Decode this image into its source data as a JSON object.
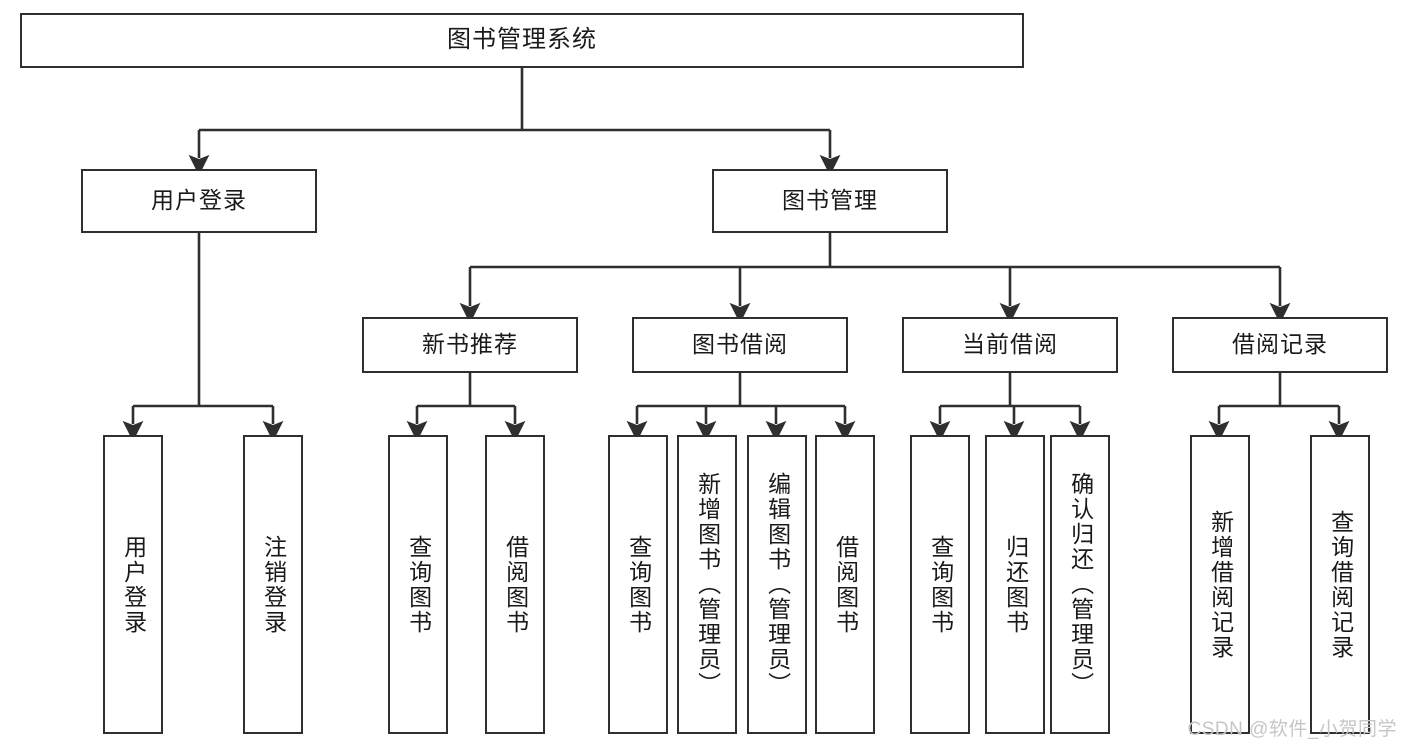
{
  "diagram": {
    "title": "图书管理系统",
    "type": "tree-hierarchy-chart",
    "root": {
      "label": "图书管理系统"
    },
    "level2": [
      {
        "label": "用户登录"
      },
      {
        "label": "图书管理"
      }
    ],
    "level3": [
      {
        "label": "新书推荐"
      },
      {
        "label": "图书借阅"
      },
      {
        "label": "当前借阅"
      },
      {
        "label": "借阅记录"
      }
    ],
    "leaves": {
      "user_login": [
        {
          "label": "用户登录"
        },
        {
          "label": "注销登录"
        }
      ],
      "new_book_recommend": [
        {
          "label": "查询图书"
        },
        {
          "label": "借阅图书"
        }
      ],
      "book_borrow": [
        {
          "label": "查询图书"
        },
        {
          "label": "新增图书（管理员）"
        },
        {
          "label": "编辑图书（管理员）"
        },
        {
          "label": "借阅图书"
        }
      ],
      "current_borrow": [
        {
          "label": "查询图书"
        },
        {
          "label": "归还图书"
        },
        {
          "label": "确认归还（管理员）"
        }
      ],
      "borrow_record": [
        {
          "label": "新增借阅记录"
        },
        {
          "label": "查询借阅记录"
        }
      ]
    }
  },
  "watermark": {
    "text": "CSDN @软件_小贺同学"
  },
  "colors": {
    "box_border": "#2f2f2f",
    "box_fill": "#ffffff",
    "text": "#1a1a1a",
    "connector": "#2f2f2f",
    "watermark": "#c6c6c6",
    "background": "#ffffff"
  }
}
